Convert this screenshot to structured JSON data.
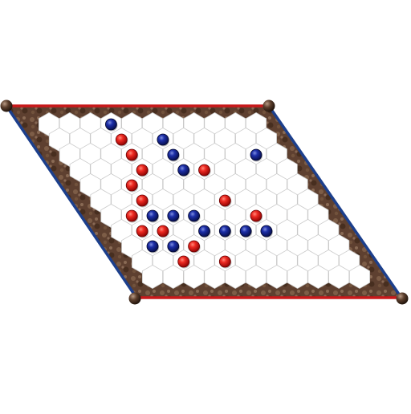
{
  "board": {
    "size": 11,
    "colors": {
      "frame_wood": "#5a3a26",
      "frame_wood_light": "#8a6a52",
      "cell_fill": "#ffffff",
      "cell_border": "#c9c9c9",
      "edge_red": "#c8191b",
      "edge_blue": "#1c3f8c",
      "corner_knob": "#4a3326",
      "red_stone": "#e01818",
      "blue_stone": "#13228a"
    },
    "edges": {
      "top": "red",
      "bottom": "red",
      "left": "blue",
      "right": "blue"
    },
    "stones": [
      {
        "row": 0,
        "col": 3,
        "color": "blue"
      },
      {
        "row": 1,
        "col": 3,
        "color": "red"
      },
      {
        "row": 1,
        "col": 5,
        "color": "blue"
      },
      {
        "row": 2,
        "col": 3,
        "color": "red"
      },
      {
        "row": 2,
        "col": 5,
        "color": "blue"
      },
      {
        "row": 2,
        "col": 9,
        "color": "blue"
      },
      {
        "row": 3,
        "col": 3,
        "color": "red"
      },
      {
        "row": 3,
        "col": 5,
        "color": "blue"
      },
      {
        "row": 3,
        "col": 6,
        "color": "red"
      },
      {
        "row": 4,
        "col": 2,
        "color": "red"
      },
      {
        "row": 5,
        "col": 2,
        "color": "red"
      },
      {
        "row": 5,
        "col": 6,
        "color": "red"
      },
      {
        "row": 6,
        "col": 1,
        "color": "red"
      },
      {
        "row": 6,
        "col": 2,
        "color": "blue"
      },
      {
        "row": 6,
        "col": 3,
        "color": "blue"
      },
      {
        "row": 6,
        "col": 4,
        "color": "blue"
      },
      {
        "row": 6,
        "col": 7,
        "color": "red"
      },
      {
        "row": 7,
        "col": 1,
        "color": "red"
      },
      {
        "row": 7,
        "col": 2,
        "color": "red"
      },
      {
        "row": 7,
        "col": 4,
        "color": "blue"
      },
      {
        "row": 7,
        "col": 5,
        "color": "blue"
      },
      {
        "row": 7,
        "col": 6,
        "color": "blue"
      },
      {
        "row": 7,
        "col": 7,
        "color": "blue"
      },
      {
        "row": 8,
        "col": 1,
        "color": "blue"
      },
      {
        "row": 8,
        "col": 2,
        "color": "blue"
      },
      {
        "row": 8,
        "col": 3,
        "color": "red"
      },
      {
        "row": 9,
        "col": 2,
        "color": "red"
      },
      {
        "row": 9,
        "col": 4,
        "color": "red"
      }
    ]
  }
}
